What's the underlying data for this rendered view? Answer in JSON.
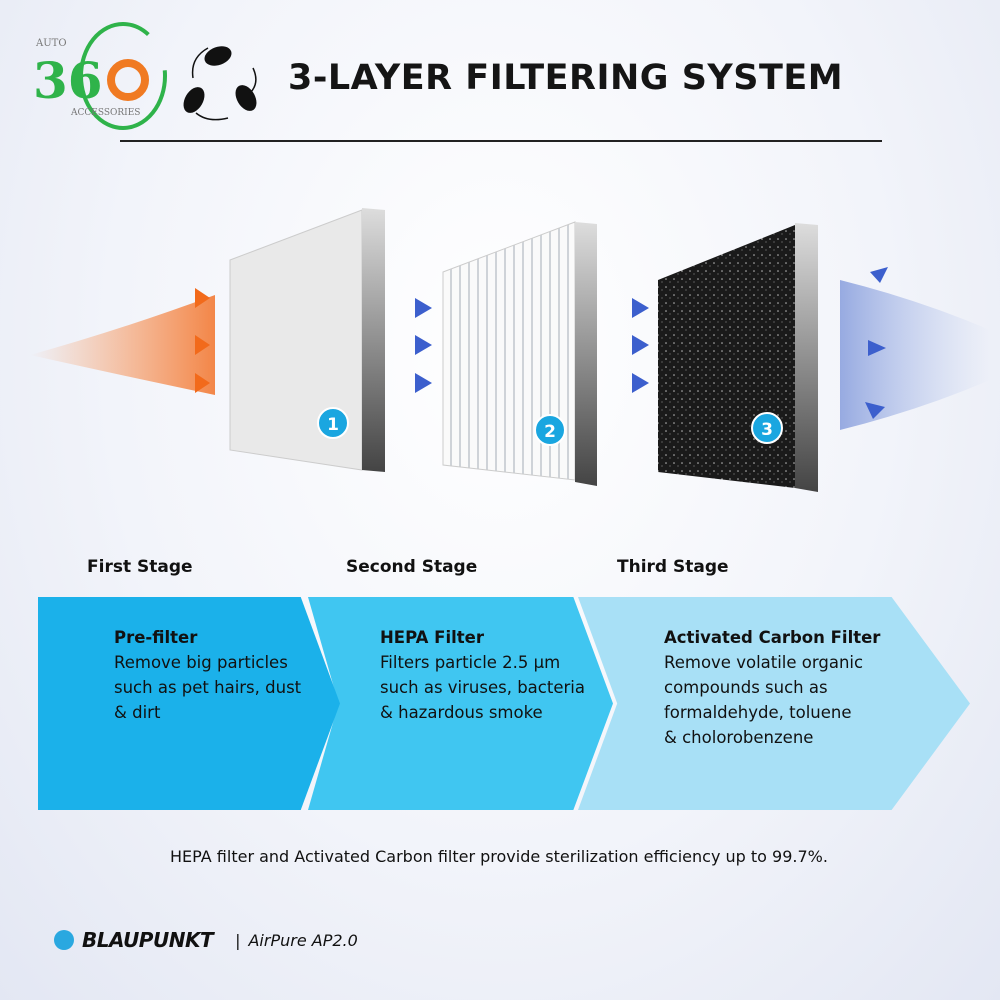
{
  "logo": {
    "top": "AUTO",
    "number": "360",
    "bottom": "ACCESSORIES"
  },
  "title": "3-LAYER FILTERING SYSTEM",
  "filters": [
    {
      "badge": "1"
    },
    {
      "badge": "2"
    },
    {
      "badge": "3"
    }
  ],
  "stages": [
    {
      "heading": "First Stage",
      "name": "Pre-filter",
      "lines": [
        "Remove big particles",
        "such as pet hairs, dust",
        "& dirt"
      ],
      "color": "#1bb1ea"
    },
    {
      "heading": "Second Stage",
      "name": "HEPA Filter",
      "lines": [
        "Filters particle 2.5 µm",
        "such as viruses, bacteria",
        "& hazardous smoke"
      ],
      "color": "#40c6f1"
    },
    {
      "heading": "Third Stage",
      "name": "Activated Carbon Filter",
      "lines": [
        "Remove volatile organic",
        "compounds such as",
        "formaldehyde, toluene",
        "& cholorobenzene"
      ],
      "color": "#a8e0f6"
    }
  ],
  "note": "HEPA filter and Activated Carbon filter provide sterilization efficiency up to 99.7%.",
  "brand": {
    "name": "BLAUPUNKT",
    "separator": "|",
    "model": "AirPure AP2.0"
  }
}
